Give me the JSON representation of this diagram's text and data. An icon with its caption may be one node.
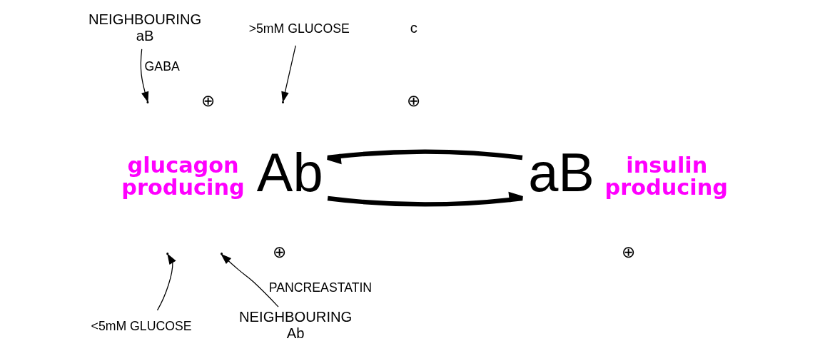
{
  "diagram": {
    "nodes": [
      {
        "text": [
          "Ab"
        ],
        "beside": [
          "glucagon producing"
        ]
      },
      {
        "text": [
          "aB"
        ],
        "beside": [
          "insulin producing"
        ]
      },
      {
        "text": [
          "NEIGHBOURING",
          "aB"
        ]
      },
      {
        "text": [
          "NEIGHBOURING",
          "Ab"
        ]
      },
      {
        "text": [
          ">5mM GLUCOSE"
        ]
      },
      {
        "text": [
          "<5mM GLUCOSE"
        ]
      }
    ],
    "edges": [
      {
        "from": 0,
        "to": 1,
        "arrow": "to",
        "style": "thick"
      },
      {
        "from": 1,
        "to": 0,
        "arrow": "to",
        "style": "thick"
      },
      {
        "from": 2,
        "to": null,
        "arrow": "to",
        "label": "GABA"
      },
      {
        "from": 4,
        "to": null,
        "arrow": "to"
      },
      {
        "from": 5,
        "to": null,
        "arrow": "to"
      },
      {
        "from": 3,
        "to": null,
        "arrow": "to",
        "label": "PANCREASTATIN"
      }
    ],
    "labels": [
      "c",
      "⊕",
      "⊕",
      "⊕",
      "⊕"
    ]
  }
}
